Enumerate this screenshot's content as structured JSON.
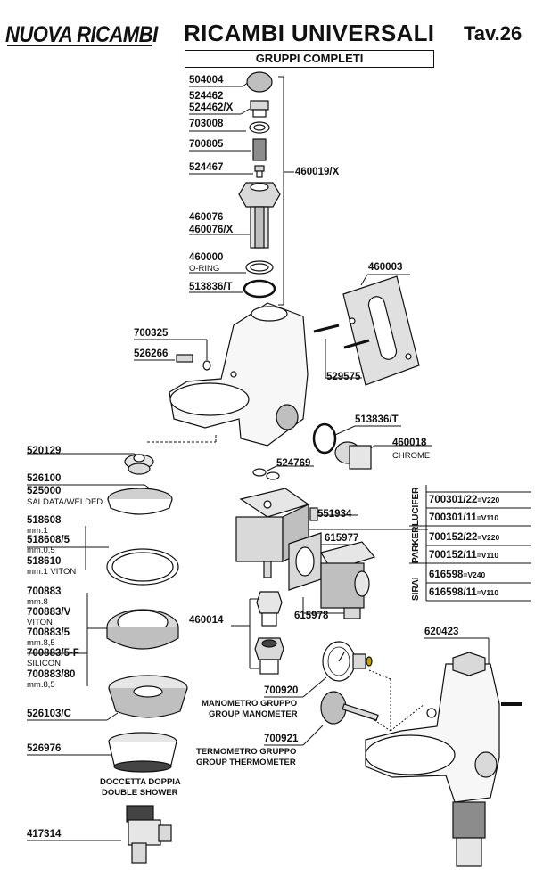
{
  "header": {
    "brand": "NUOVA RICAMBI",
    "title": "RICAMBI UNIVERSALI",
    "table": "Tav.26",
    "subtitle": "GRUPPI COMPLETI"
  },
  "parts": {
    "p504004": "504004",
    "p524462": "524462",
    "p524462x": "524462/X",
    "p703008": "703008",
    "p700805": "700805",
    "p524467": "524467",
    "p460019x": "460019/X",
    "p460076": "460076",
    "p460076x": "460076/X",
    "p460000": "460000",
    "p460000_note": "O-RING",
    "p513836t_a": "513836/T",
    "p460003": "460003",
    "p700325": "700325",
    "p526266": "526266",
    "p529575": "529575",
    "p513836t_b": "513836/T",
    "p460018": "460018",
    "p460018_note": "CHROME",
    "p520129": "520129",
    "p524769": "524769",
    "p526100": "526100",
    "p525000": "525000",
    "p525000_note": "SALDATA/WELDED",
    "p551934": "551934",
    "p615977": "615977",
    "p615978": "615978",
    "p518608": "518608",
    "p518608_note": "mm.1",
    "p518608_5": "518608/5",
    "p518608_5_note": "mm.0,5",
    "p518610": "518610",
    "p518610_note": "mm.1 VITON",
    "p700883": "700883",
    "p700883_note": "mm.8",
    "p700883v": "700883/V",
    "p700883v_note": "VITON",
    "p700883_5": "700883/5",
    "p700883_5_note": "mm.8,5",
    "p700883_5f": "700883/5-F",
    "p700883_5f_note": "SILICON",
    "p700883_80": "700883/80",
    "p700883_80_note": "mm.8,5",
    "p460014": "460014",
    "p700920": "700920",
    "p700920_n1": "MANOMETRO GRUPPO",
    "p700920_n2": "GROUP MANOMETER",
    "p700921": "700921",
    "p700921_n1": "TERMOMETRO GRUPPO",
    "p700921_n2": "GROUP THERMOMETER",
    "p526103c": "526103/C",
    "p526976": "526976",
    "p526976_n1": "DOCCETTA DOPPIA",
    "p526976_n2": "DOUBLE SHOWER",
    "p417314": "417314",
    "p620423": "620423"
  },
  "solenoids": {
    "lucifer": "LUCIFER",
    "parker": "PARKER",
    "sirai": "SIRAI",
    "r1_code": "700301/22",
    "r1_volt": "=V220",
    "r2_code": "700301/11",
    "r2_volt": "=V110",
    "r3_code": "700152/22",
    "r3_volt": "=V220",
    "r4_code": "700152/11",
    "r4_volt": "=V110",
    "r5_code": "616598",
    "r5_volt": "=V240",
    "r6_code": "616598/11",
    "r6_volt": "=V110"
  }
}
